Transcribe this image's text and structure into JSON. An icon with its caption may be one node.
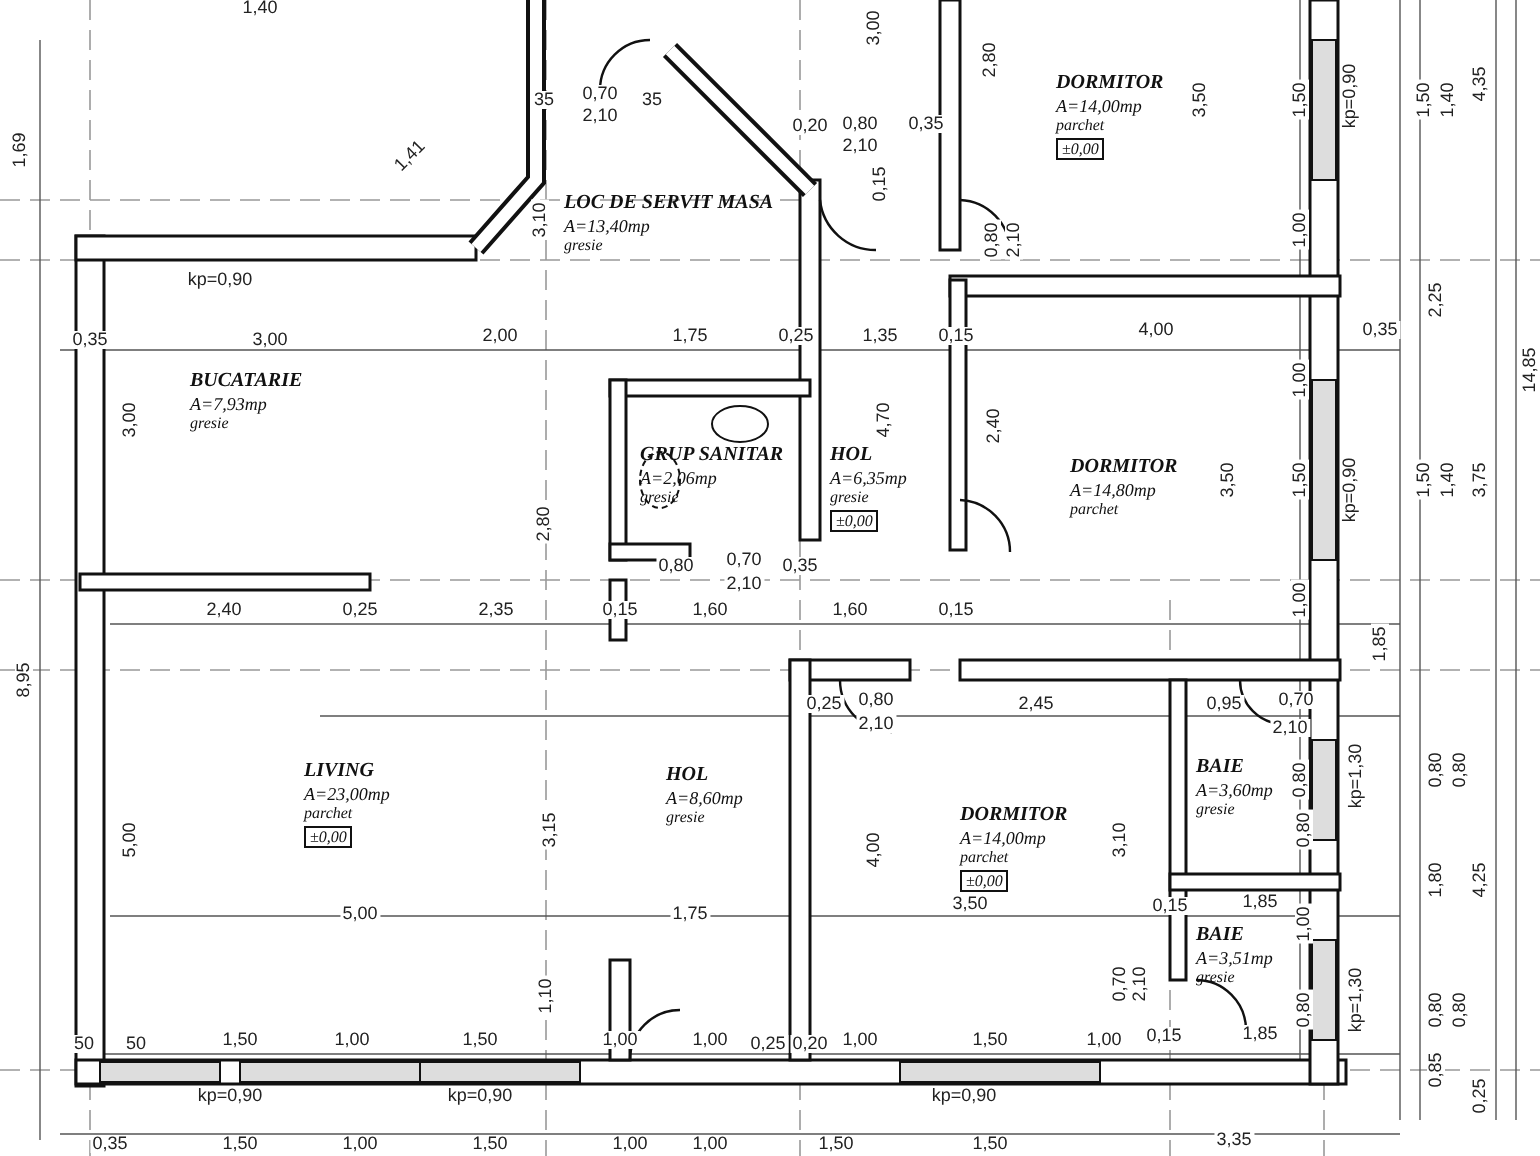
{
  "diagram": {
    "nodes": [
      {
        "text": [
          "LOC DE SERVIT MASA",
          "A=13,40mp",
          "gresie"
        ]
      },
      {
        "text": [
          "DORMITOR",
          "A=14,00mp",
          "parchet",
          "±0,00"
        ]
      },
      {
        "text": [
          "BUCATARIE",
          "A=7,93mp",
          "gresie"
        ]
      },
      {
        "text": [
          "GRUP SANITAR",
          "A=2,06mp",
          "gresie"
        ]
      },
      {
        "text": [
          "HOL",
          "A=6,35mp",
          "gresie",
          "±0,00"
        ]
      },
      {
        "text": [
          "DORMITOR",
          "A=14,80mp",
          "parchet"
        ]
      },
      {
        "text": [
          "LIVING",
          "A=23,00mp",
          "parchet",
          "±0,00"
        ]
      },
      {
        "text": [
          "HOL",
          "A=8,60mp",
          "gresie"
        ]
      },
      {
        "text": [
          "DORMITOR",
          "A=14,00mp",
          "parchet",
          "±0,00"
        ]
      },
      {
        "text": [
          "BAIE",
          "A=3,60mp",
          "gresie"
        ]
      },
      {
        "text": [
          "BAIE",
          "A=3,51mp",
          "gresie"
        ]
      }
    ],
    "labels": [
      "1,40",
      "3,00",
      "2,80",
      "3,50",
      "1,50",
      "kp=0,90",
      "1,50",
      "1,40",
      "4,35",
      "1,69",
      "35",
      "0,70",
      "2,10",
      "35",
      "0,20",
      "0,80",
      "2,10",
      "0,35",
      "1,41",
      "0,15",
      "0,80",
      "2,10",
      "3,10",
      "1,00",
      "kp=0,90",
      "2,25",
      "0,35",
      "3,00",
      "2,00",
      "1,75",
      "0,25",
      "1,35",
      "0,15",
      "4,00",
      "0,35",
      "1,00",
      "14,85",
      "3,00",
      "4,70",
      "2,40",
      "3,50",
      "1,50",
      "kp=0,90",
      "1,50",
      "1,40",
      "3,75",
      "2,80",
      "0,80",
      "0,70",
      "2,10",
      "0,35",
      "2,40",
      "0,25",
      "2,35",
      "0,15",
      "1,60",
      "1,60",
      "0,15",
      "1,00",
      "8,95",
      "1,85",
      "0,25",
      "0,80",
      "2,10",
      "2,45",
      "0,95",
      "0,70",
      "2,10",
      "0,80",
      "kp=1,30",
      "0,80",
      "0,80",
      "5,00",
      "3,15",
      "4,00",
      "3,10",
      "0,80",
      "1,80",
      "4,25",
      "5,00",
      "1,75",
      "3,50",
      "0,15",
      "1,85",
      "1,00",
      "1,10",
      "0,70",
      "2,10",
      "0,80",
      "kp=1,30",
      "0,80",
      "0,80",
      "50",
      "50",
      "1,50",
      "1,00",
      "1,50",
      "1,00",
      "1,00",
      "0,25",
      "0,20",
      "1,00",
      "1,50",
      "1,00",
      "0,15",
      "1,85",
      "kp=0,90",
      "kp=0,90",
      "kp=0,90",
      "0,85",
      "0,25",
      "0,35",
      "1,50",
      "1,00",
      "1,50",
      "1,00",
      "1,00",
      "1,50",
      "1,50",
      "3,35"
    ]
  }
}
